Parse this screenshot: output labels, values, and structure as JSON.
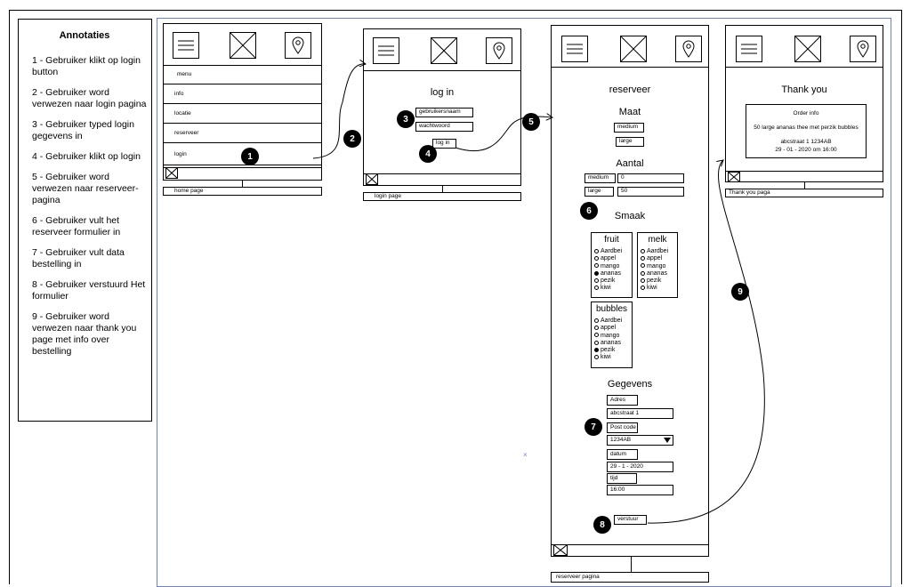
{
  "annotations": {
    "title": "Annotaties",
    "items": [
      "1 - Gebruiker klikt op login button",
      "2 - Gebruiker word verwezen naar login pagina",
      "3 - Gebruiker typed login gegevens in",
      "4 - Gebruiker klikt op login",
      "5 - Gebruiker word verwezen naar  reserveer-pagina",
      "6 - Gebruiker vult het reserveer formulier in",
      "7 - Gebruiker vult data bestelling in",
      "8 - Gebruiker verstuurd Het formulier",
      "9 - Gebruiker word verwezen naar thank you page met info over bestelling"
    ]
  },
  "home": {
    "menu_items": [
      "menu",
      "info",
      "locatie",
      "reserveer",
      "login"
    ],
    "caption": "home page"
  },
  "login": {
    "heading": "log in",
    "username": "gebruikersnaam",
    "password": "wachtwoord",
    "button": "log in",
    "caption": "login page"
  },
  "reserve": {
    "heading": "reserveer",
    "maat": {
      "label": "Maat",
      "options": [
        "medium",
        "large"
      ]
    },
    "aantal": {
      "label": "Aantal",
      "rows": [
        {
          "label": "medium",
          "value": "0"
        },
        {
          "label": "large",
          "value": "50"
        }
      ]
    },
    "smaak": {
      "label": "Smaak",
      "groups": [
        {
          "name": "fruit",
          "options": [
            "Aardbei",
            "appel",
            "mango",
            "ananas",
            "pezik",
            "kiwi"
          ],
          "selected": 3
        },
        {
          "name": "melk",
          "options": [
            "Aardbei",
            "appel",
            "mango",
            "ananas",
            "pezik",
            "kiwi"
          ],
          "selected": -1
        },
        {
          "name": "bubbles",
          "options": [
            "Aardbei",
            "appel",
            "mango",
            "ananas",
            "pezik",
            "kiwi"
          ],
          "selected": 4
        }
      ]
    },
    "gegevens": {
      "label": "Gegevens",
      "adres_label": "Adres",
      "adres_value": "abcstraat 1",
      "postcode_label": "Post code",
      "postcode_value": "1234AB",
      "datum_label": "datum",
      "datum_value": "29 - 1 - 2020",
      "tijd_label": "tijd",
      "tijd_value": "16:00"
    },
    "submit": "verstuur",
    "caption": "reserveer pagina"
  },
  "thanks": {
    "heading": "Thank you",
    "order_title": "Order info",
    "order_line": "50 large ananas thee met perzik bubbles",
    "address_line": "abcstraat 1 1234AB",
    "date_line": "29 - 01 - 2020 om 16:00",
    "caption": "Thank you paga"
  },
  "steps": [
    "1",
    "2",
    "3",
    "4",
    "5",
    "6",
    "7",
    "8",
    "9"
  ]
}
